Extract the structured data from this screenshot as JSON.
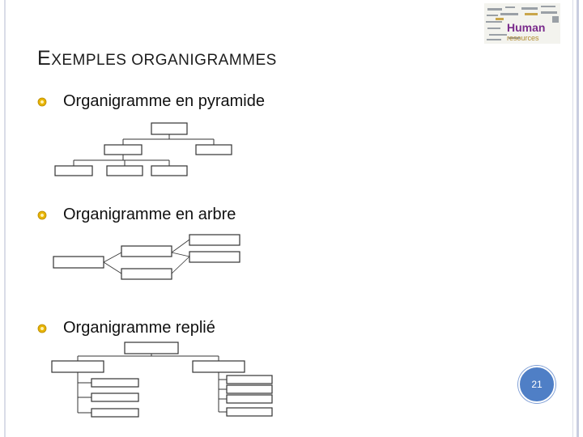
{
  "slide": {
    "title_first_letter": "E",
    "title_rest": "XEMPLES ORGANIGRAMMES",
    "page_number": "21"
  },
  "bullets": [
    {
      "label": "Organigramme en pyramide"
    },
    {
      "label": "Organigramme en arbre"
    },
    {
      "label": "Organigramme replié"
    }
  ],
  "logo": {
    "word1": "Human",
    "word2": "resources"
  },
  "colors": {
    "accent_badge": "#4f7fc6",
    "bullet_icon": "#e8b400",
    "frame": "#c9cde0"
  },
  "icons": {
    "bullet": "sun-bullet-icon"
  }
}
